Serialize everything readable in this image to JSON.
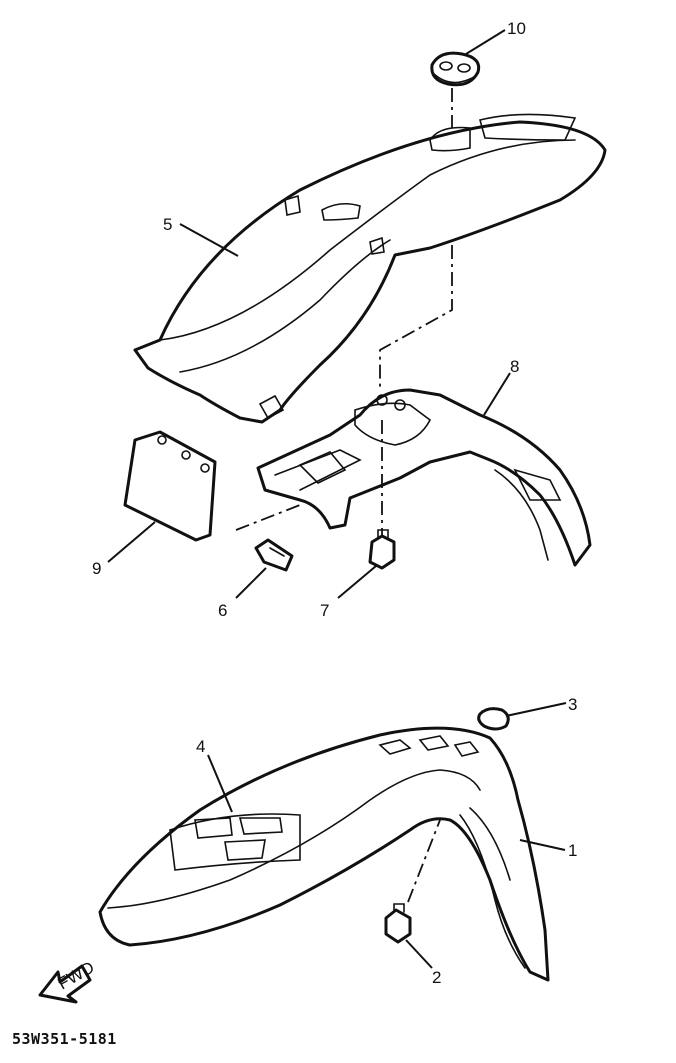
{
  "callouts": [
    {
      "id": "1",
      "label": "1"
    },
    {
      "id": "2",
      "label": "2"
    },
    {
      "id": "3",
      "label": "3"
    },
    {
      "id": "4",
      "label": "4"
    },
    {
      "id": "5",
      "label": "5"
    },
    {
      "id": "6",
      "label": "6"
    },
    {
      "id": "7",
      "label": "7"
    },
    {
      "id": "8",
      "label": "8"
    },
    {
      "id": "9",
      "label": "9"
    },
    {
      "id": "10",
      "label": "10"
    }
  ],
  "fwd_marker": "FWD",
  "drawing_code": "53W351-5181"
}
